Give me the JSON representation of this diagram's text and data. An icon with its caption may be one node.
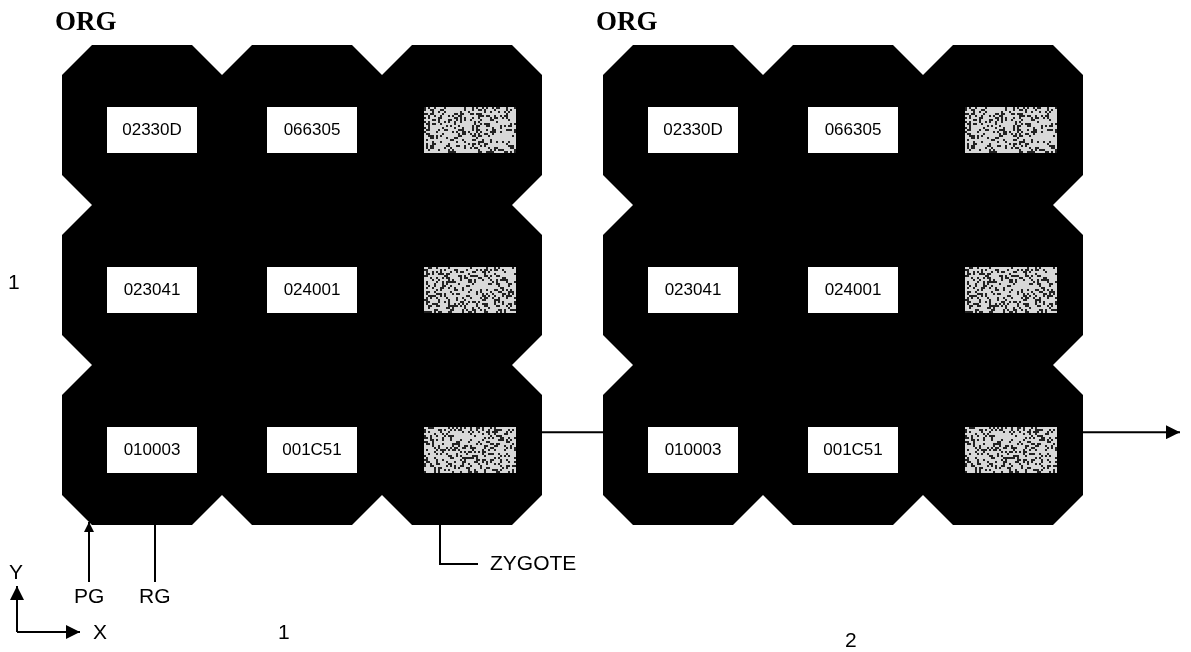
{
  "diagram": {
    "nodes": [
      {
        "text": [
          "ORG"
        ]
      },
      {
        "text": [
          "02330D"
        ],
        "in": 0
      },
      {
        "text": [
          "066305"
        ],
        "in": 0
      },
      {
        "text": [],
        "shape": "picture",
        "in": 0
      },
      {
        "text": [
          "023041"
        ],
        "in": 0
      },
      {
        "text": [
          "024001"
        ],
        "in": 0
      },
      {
        "text": [],
        "shape": "picture",
        "in": 0
      },
      {
        "text": [
          "010003"
        ],
        "in": 0
      },
      {
        "text": [
          "001C51"
        ],
        "in": 0
      },
      {
        "text": [],
        "shape": "picture",
        "in": 0
      },
      {
        "text": [
          "ORG"
        ]
      },
      {
        "text": [
          "02330D"
        ],
        "in": 10
      },
      {
        "text": [
          "066305"
        ],
        "in": 10
      },
      {
        "text": [],
        "shape": "picture",
        "in": 10
      },
      {
        "text": [
          "023041"
        ],
        "in": 10
      },
      {
        "text": [
          "024001"
        ],
        "in": 10
      },
      {
        "text": [],
        "shape": "picture",
        "in": 10
      },
      {
        "text": [
          "010003"
        ],
        "in": 10
      },
      {
        "text": [
          "001C51"
        ],
        "in": 10
      },
      {
        "text": [],
        "shape": "picture",
        "in": 10
      },
      {
        "text": [
          "PG"
        ]
      },
      {
        "text": [
          "RG"
        ]
      },
      {
        "text": [
          "ZYGOTE"
        ]
      }
    ],
    "edges": [
      {
        "from": 9,
        "to": 17,
        "arrow": "none"
      },
      {
        "from": 19,
        "to": null,
        "arrow": "to"
      },
      {
        "from": 20,
        "to": 7,
        "arrow": "to"
      },
      {
        "from": 21,
        "to": 7,
        "arrow": "none"
      },
      {
        "from": 22,
        "to": 9,
        "arrow": "none"
      }
    ],
    "labels": [
      "1",
      "Y",
      "X",
      "1",
      "2"
    ]
  }
}
